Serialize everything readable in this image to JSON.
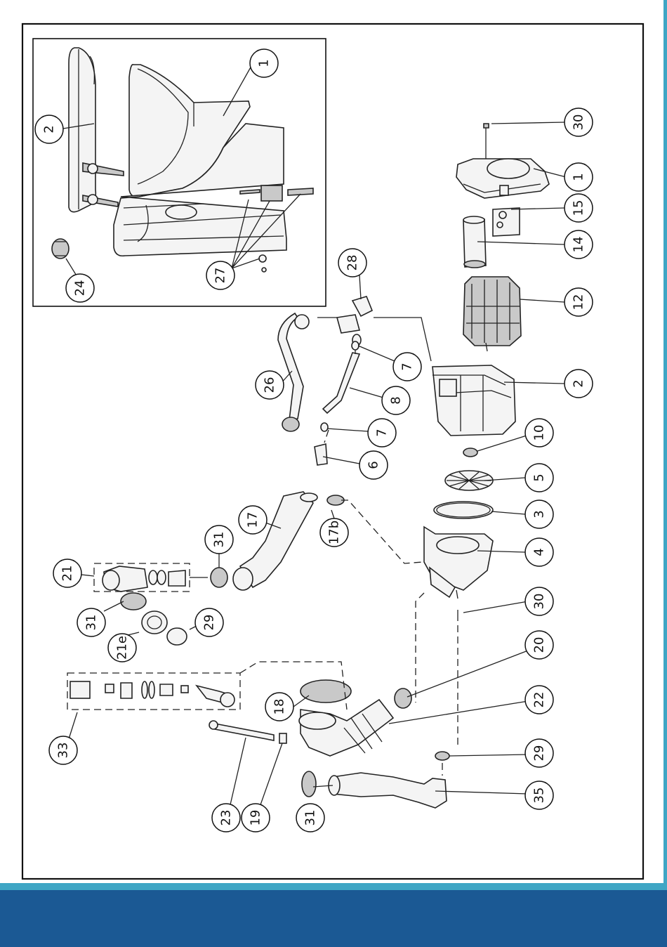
{
  "colors": {
    "footer_stripe": "#3fa6c5",
    "footer_main": "#1b5994",
    "right_edge": "#3fa6c5",
    "frame": "#111111"
  },
  "callouts": {
    "inset_1": "1",
    "inset_2": "2",
    "inset_24": "24",
    "inset_27": "27",
    "c30_top": "30",
    "c1": "1",
    "c15": "15",
    "c14": "14",
    "c12": "12",
    "c28": "28",
    "c7_top": "7",
    "c2": "2",
    "c26": "26",
    "c8": "8",
    "c7_bottom": "7",
    "c10": "10",
    "c6": "6",
    "c5": "5",
    "c17": "17",
    "c17b": "17b",
    "c3": "3",
    "c31_top": "31",
    "c4": "4",
    "c21": "21",
    "c31_mid": "31",
    "c30_mid": "30",
    "c29_left": "29",
    "c21e": "21e",
    "c20": "20",
    "c18": "18",
    "c22": "22",
    "c33": "33",
    "c29_right": "29",
    "c35": "35",
    "c23": "23",
    "c19": "19",
    "c31_bottom": "31"
  }
}
